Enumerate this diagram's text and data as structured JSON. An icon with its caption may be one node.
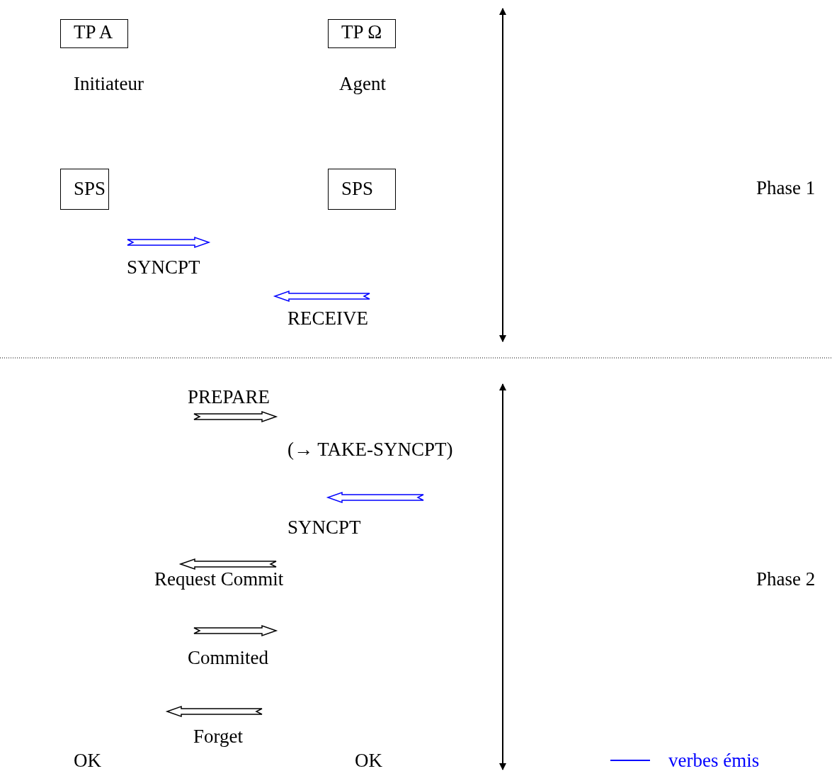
{
  "diagram": {
    "nodes": [
      {
        "text": [
          "TP A"
        ],
        "beside": [
          "Initiateur"
        ]
      },
      {
        "text": [
          "TP Ω"
        ],
        "beside": [
          "Agent"
        ]
      },
      {
        "text": [
          "SPS"
        ]
      },
      {
        "text": [
          "SPS"
        ]
      }
    ],
    "labels": [
      "Phase 1",
      "SYNCPT",
      "RECEIVE",
      "PREPARE",
      "(→ TAKE-SYNCPT)",
      "SYNCPT",
      "Request Commit",
      "Phase 2",
      "Commited",
      "Forget",
      "OK",
      "OK"
    ],
    "legend": [
      {
        "text": "verbes émis",
        "color": "#0000ff"
      }
    ]
  }
}
